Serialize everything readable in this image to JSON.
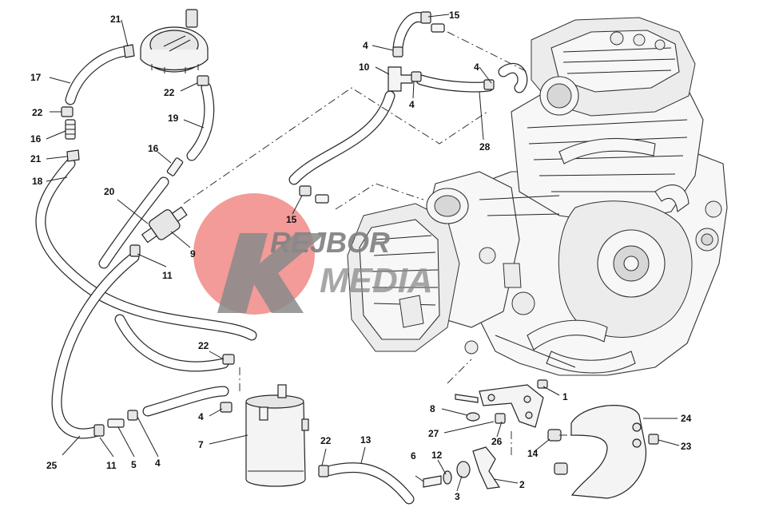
{
  "watermark": {
    "line1": "REJBOR",
    "line2": "MEDIA",
    "circle_color": "#f08a86",
    "text_color": "#8a8a8a"
  },
  "callouts": [
    {
      "id": "c21a",
      "text": "21"
    },
    {
      "id": "c17",
      "text": "17"
    },
    {
      "id": "c22a",
      "text": "22"
    },
    {
      "id": "c16a",
      "text": "16"
    },
    {
      "id": "c21b",
      "text": "21"
    },
    {
      "id": "c18",
      "text": "18"
    },
    {
      "id": "c22b",
      "text": "22"
    },
    {
      "id": "c19",
      "text": "19"
    },
    {
      "id": "c16b",
      "text": "16"
    },
    {
      "id": "c20",
      "text": "20"
    },
    {
      "id": "c9",
      "text": "9"
    },
    {
      "id": "c11a",
      "text": "11"
    },
    {
      "id": "c22c",
      "text": "22"
    },
    {
      "id": "c4a",
      "text": "4"
    },
    {
      "id": "c7",
      "text": "7"
    },
    {
      "id": "c25",
      "text": "25"
    },
    {
      "id": "c11b",
      "text": "11"
    },
    {
      "id": "c5",
      "text": "5"
    },
    {
      "id": "c4b",
      "text": "4"
    },
    {
      "id": "c22d",
      "text": "22"
    },
    {
      "id": "c13",
      "text": "13"
    },
    {
      "id": "c15a",
      "text": "15"
    },
    {
      "id": "c4c",
      "text": "4"
    },
    {
      "id": "c10",
      "text": "10"
    },
    {
      "id": "c4d",
      "text": "4"
    },
    {
      "id": "c4e",
      "text": "4"
    },
    {
      "id": "c28",
      "text": "28"
    },
    {
      "id": "c15b",
      "text": "15"
    },
    {
      "id": "c1",
      "text": "1"
    },
    {
      "id": "c8",
      "text": "8"
    },
    {
      "id": "c27",
      "text": "27"
    },
    {
      "id": "c26",
      "text": "26"
    },
    {
      "id": "c24",
      "text": "24"
    },
    {
      "id": "c23",
      "text": "23"
    },
    {
      "id": "c14",
      "text": "14"
    },
    {
      "id": "c6",
      "text": "6"
    },
    {
      "id": "c12",
      "text": "12"
    },
    {
      "id": "c3",
      "text": "3"
    },
    {
      "id": "c2",
      "text": "2"
    }
  ]
}
